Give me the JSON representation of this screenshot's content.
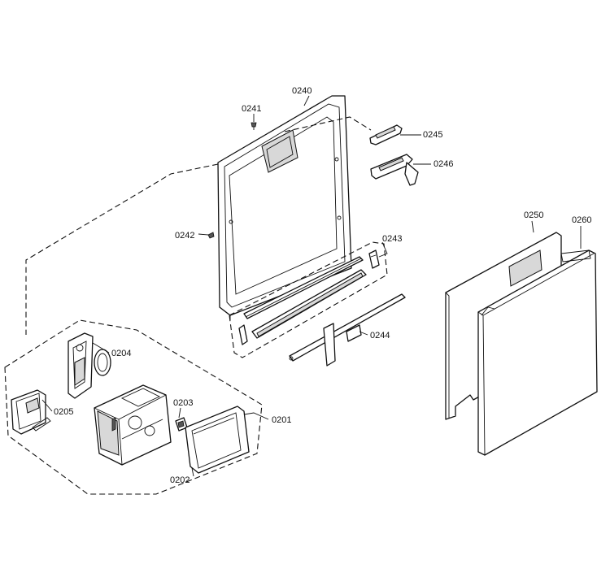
{
  "diagram": {
    "callouts": [
      {
        "id": "c0240",
        "label": "0240"
      },
      {
        "id": "c0241",
        "label": "0241"
      },
      {
        "id": "c0242",
        "label": "0242"
      },
      {
        "id": "c0243",
        "label": "0243"
      },
      {
        "id": "c0244",
        "label": "0244"
      },
      {
        "id": "c0245",
        "label": "0245"
      },
      {
        "id": "c0246",
        "label": "0246"
      },
      {
        "id": "c0250",
        "label": "0250"
      },
      {
        "id": "c0260",
        "label": "0260"
      },
      {
        "id": "c0201",
        "label": "0201"
      },
      {
        "id": "c0202",
        "label": "0202"
      },
      {
        "id": "c0203",
        "label": "0203"
      },
      {
        "id": "c0204",
        "label": "0204"
      },
      {
        "id": "c0205",
        "label": "0205"
      }
    ]
  }
}
